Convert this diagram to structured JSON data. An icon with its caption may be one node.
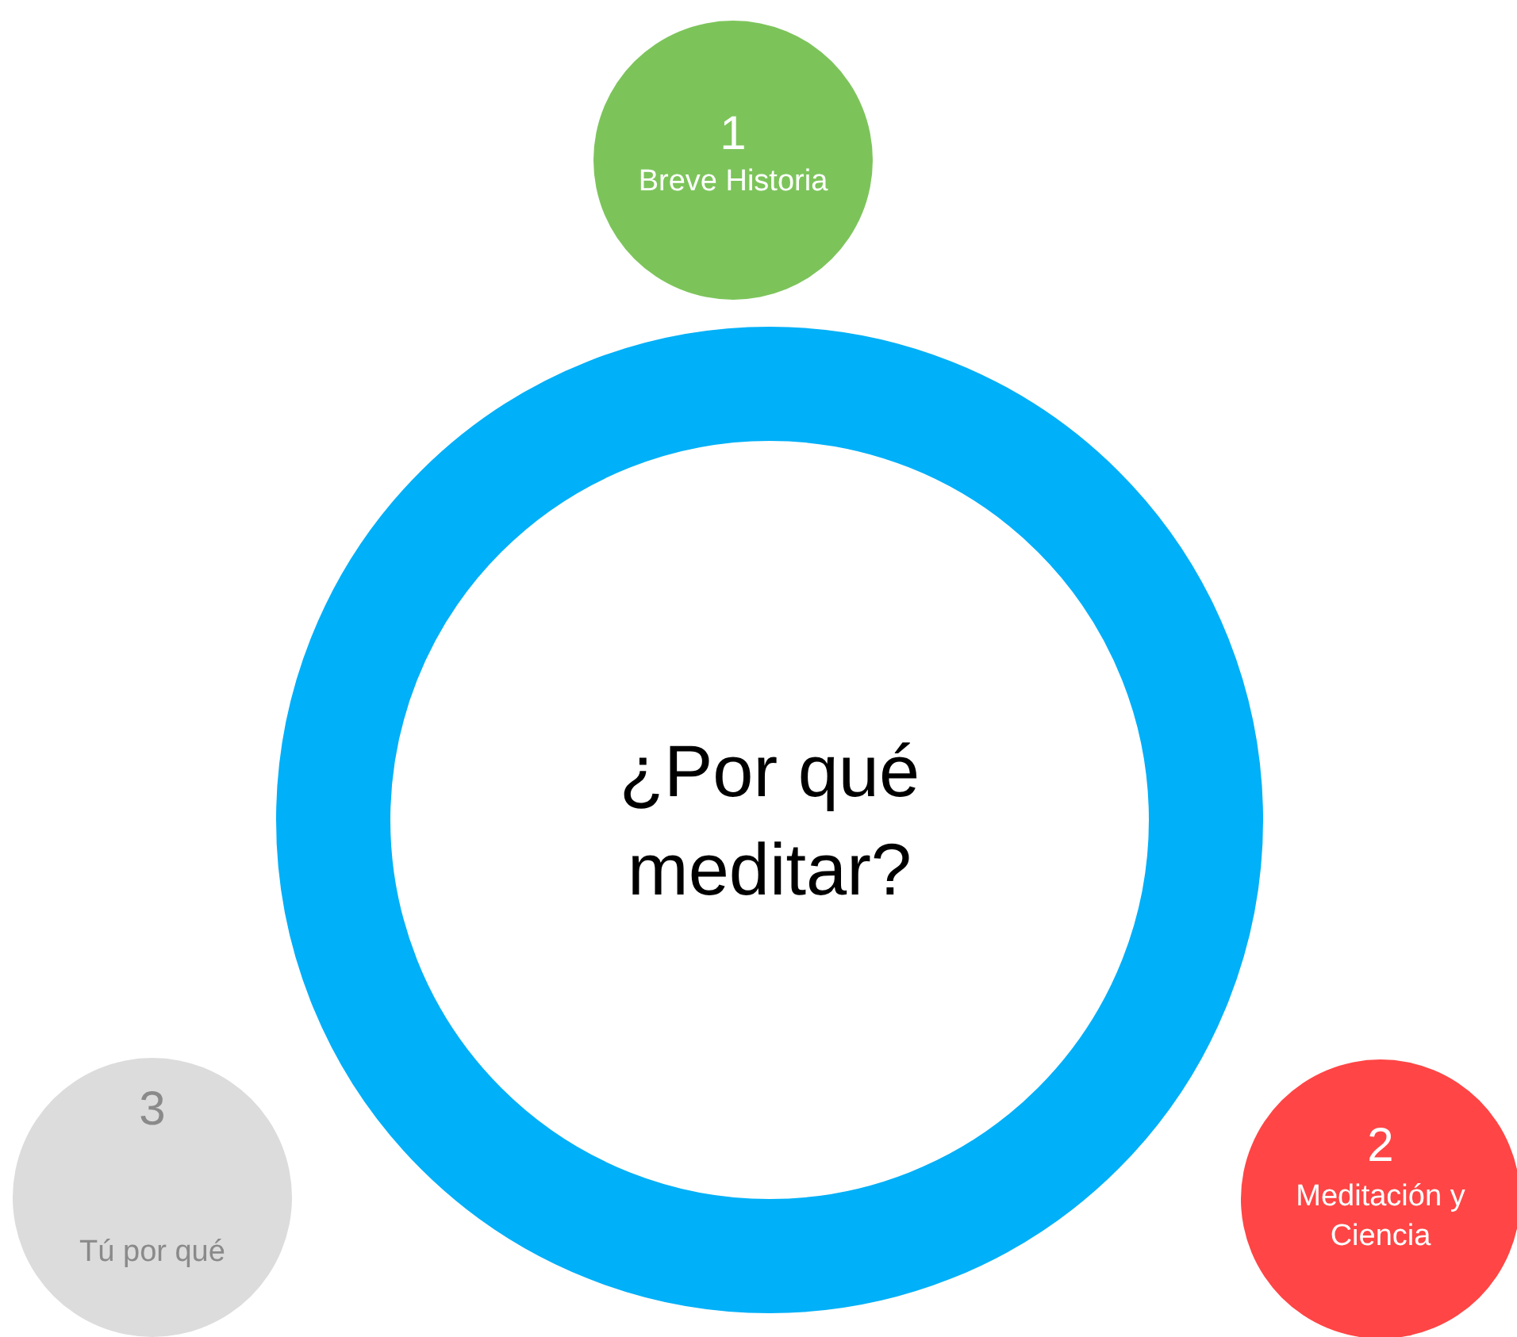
{
  "diagram": {
    "nodes": [
      {
        "text": [
          "¿Por qué meditar?"
        ]
      },
      {
        "text": [
          "1",
          "Breve Historia"
        ]
      },
      {
        "text": [
          "2",
          "Meditación y Ciencia"
        ]
      },
      {
        "text": [
          "3",
          "Tú por qué"
        ]
      }
    ]
  }
}
